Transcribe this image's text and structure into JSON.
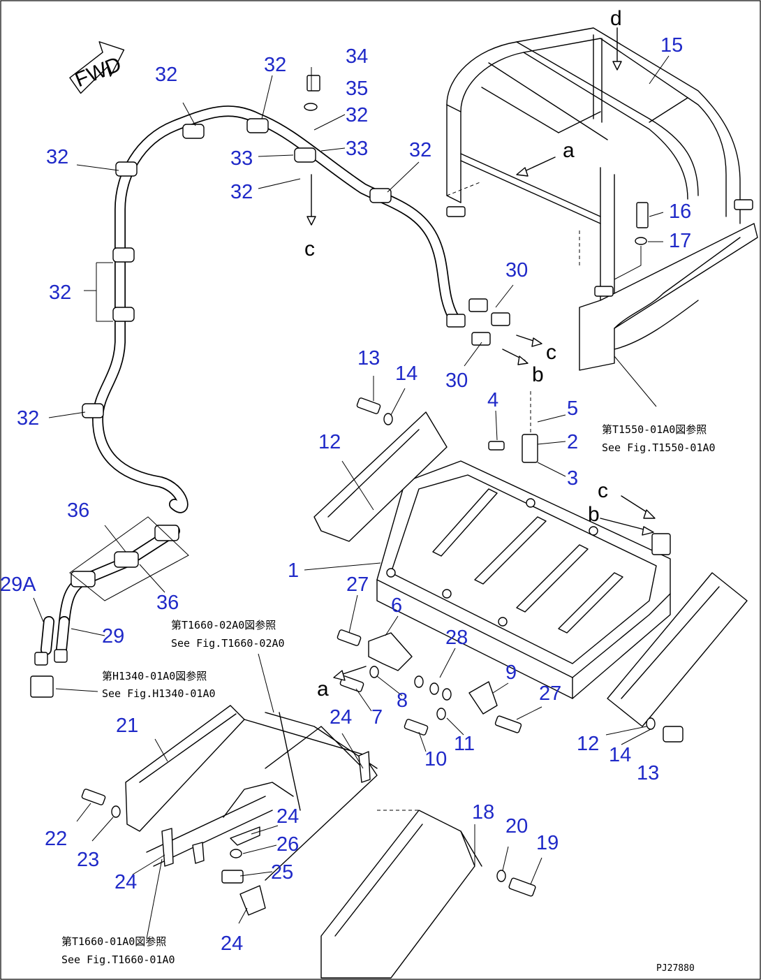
{
  "fwd_label": "FWD",
  "drawing_code": "PJ27880",
  "ref_letters": [
    "a",
    "a",
    "b",
    "b",
    "c",
    "c",
    "c",
    "d"
  ],
  "notes": {
    "n1_ja": "第T1550-01A0図参照",
    "n1_en": "See Fig.T1550-01A0",
    "n2_ja": "第T1660-02A0図参照",
    "n2_en": "See Fig.T1660-02A0",
    "n3_ja": "第H1340-01A0図参照",
    "n3_en": "See Fig.H1340-01A0",
    "n4_ja": "第T1660-01A0図参照",
    "n4_en": "See Fig.T1660-01A0"
  },
  "callouts": [
    "34",
    "35",
    "32",
    "33",
    "33",
    "32",
    "32",
    "32",
    "32",
    "32",
    "32",
    "32",
    "32",
    "15",
    "16",
    "17",
    "30",
    "30",
    "13",
    "14",
    "4",
    "5",
    "2",
    "3",
    "12",
    "1",
    "36",
    "36",
    "29A",
    "29",
    "27",
    "6",
    "28",
    "9",
    "27",
    "8",
    "7",
    "11",
    "10",
    "12",
    "14",
    "13",
    "21",
    "24",
    "24",
    "26",
    "25",
    "24",
    "24",
    "22",
    "23",
    "18",
    "20",
    "19"
  ]
}
